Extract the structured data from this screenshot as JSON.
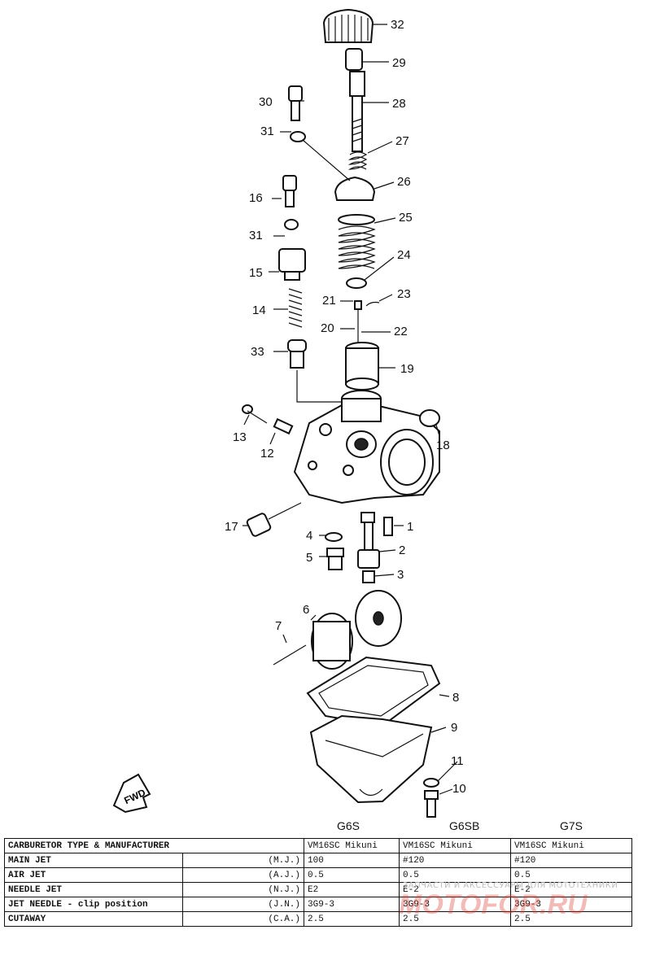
{
  "callouts": {
    "c32": "32",
    "c29": "29",
    "c30": "30",
    "c28": "28",
    "c31a": "31",
    "c27": "27",
    "c26": "26",
    "c16": "16",
    "c25": "25",
    "c31b": "31",
    "c15": "15",
    "c24": "24",
    "c21": "21",
    "c23": "23",
    "c14": "14",
    "c20": "20",
    "c22": "22",
    "c33": "33",
    "c19": "19",
    "c13": "13",
    "c12": "12",
    "c18": "18",
    "c17": "17",
    "c1": "1",
    "c4": "4",
    "c2": "2",
    "c5": "5",
    "c3": "3",
    "c6": "6",
    "c7": "7",
    "c8": "8",
    "c9": "9",
    "c11": "11",
    "c10": "10"
  },
  "fwd_label": "FWD",
  "models": {
    "m1": "G6S",
    "m2": "G6SB",
    "m3": "G7S"
  },
  "spec_table": {
    "rows": [
      {
        "label": "CARBURETOR TYPE & MANUFACTURER",
        "abbr": "",
        "v1": "VM16SC Mikuni",
        "v2": "VM16SC  Mikuni",
        "v3": "VM16SC Mikuni"
      },
      {
        "label": "MAIN JET",
        "abbr": "(M.J.)",
        "v1": "100",
        "v2": "#120",
        "v3": "#120"
      },
      {
        "label": "AIR JET",
        "abbr": "(A.J.)",
        "v1": "0.5",
        "v2": "0.5",
        "v3": "0.5"
      },
      {
        "label": "NEEDLE JET",
        "abbr": "(N.J.)",
        "v1": "E2",
        "v2": "E-2",
        "v3": "E-2"
      },
      {
        "label": "JET NEEDLE - clip position",
        "abbr": "(J.N.)",
        "v1": "3G9-3",
        "v2": "3G9-3",
        "v3": "3G9-3"
      },
      {
        "label": "CUTAWAY",
        "abbr": "(C.A.)",
        "v1": "2.5",
        "v2": "2.5",
        "v3": "2.5"
      }
    ]
  },
  "watermark": {
    "line1": "ЗАПЧАСТИ И АКСЕССУАРЫ ДЛЯ МОТОТЕХНИКИ",
    "line2": "MOTOFOR.RU"
  }
}
